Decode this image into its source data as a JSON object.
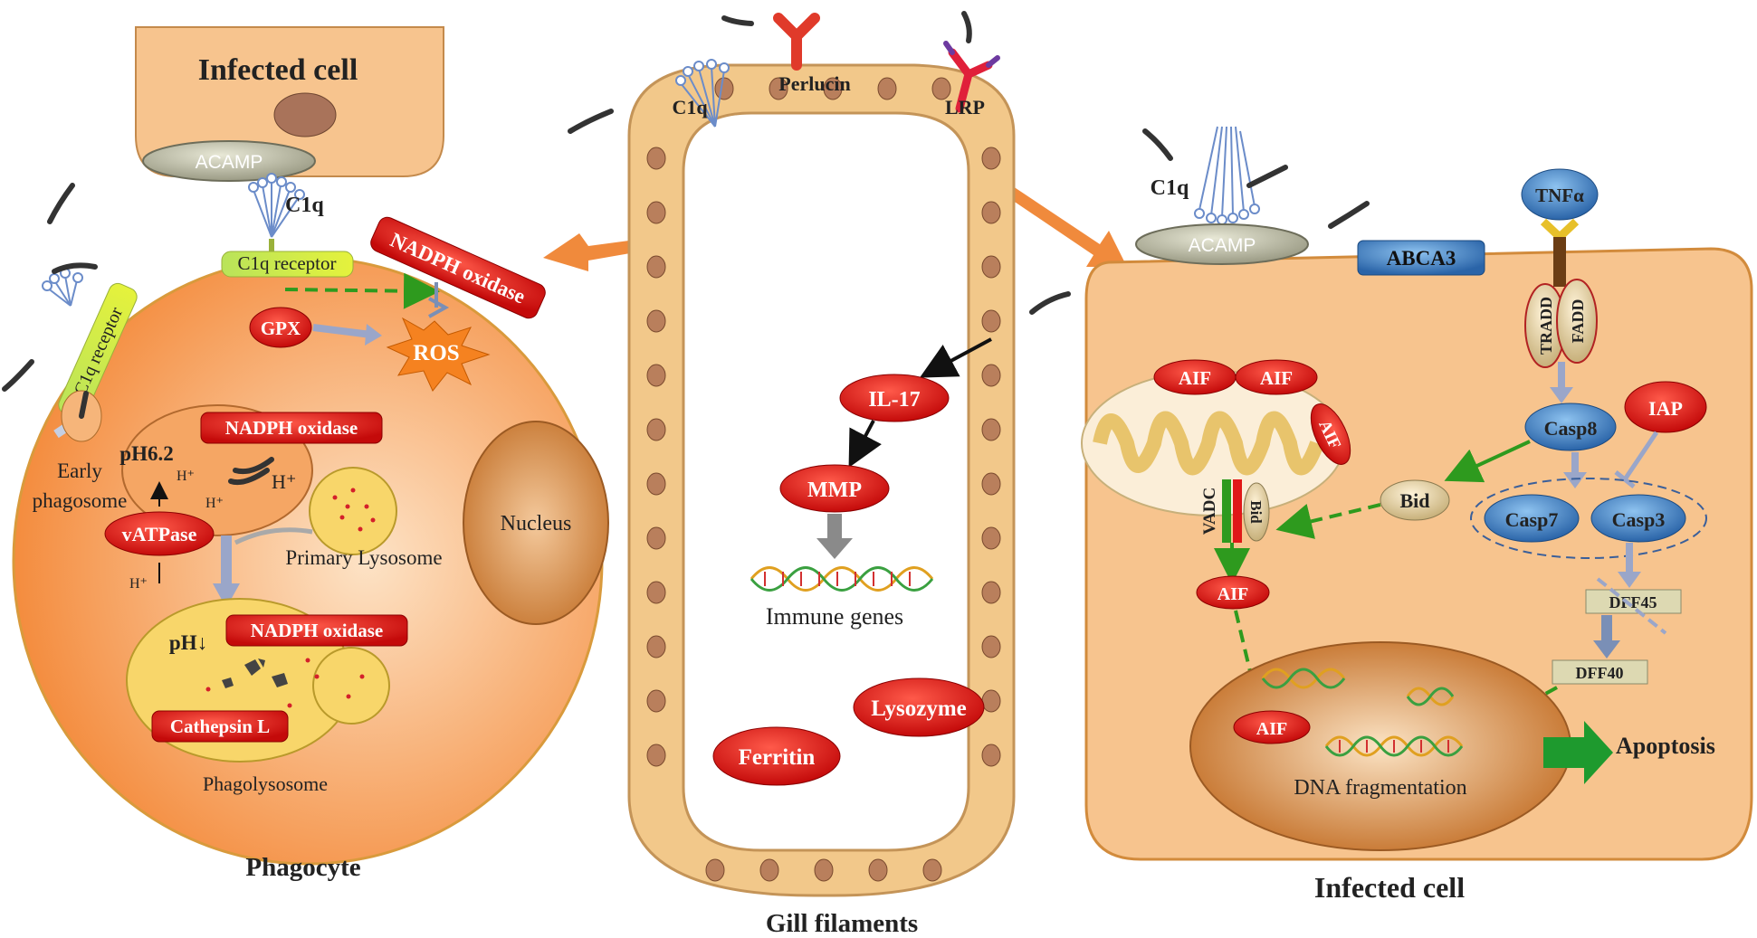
{
  "left": {
    "infected_cell": "Infected cell",
    "acamp": "ACAMP",
    "c1q": "C1q",
    "c1q_receptor": "C1q receptor",
    "c1q_receptor_side": "C1q receptor",
    "nadph_top": "NADPH oxidase",
    "gpx": "GPX",
    "ros": "ROS",
    "nadph_mid": "NADPH oxidase",
    "early_phagosome_1": "Early",
    "early_phagosome_2": "phagosome",
    "ph62": "pH6.2",
    "h_plus": "H⁺",
    "vatpase": "vATPase",
    "primary_lysosome": "Primary Lysosome",
    "nucleus": "Nucleus",
    "ph_down": "pH↓",
    "nadph_low": "NADPH oxidase",
    "cathepsin": "Cathepsin L",
    "phagolysosome": "Phagolysosome",
    "phagocyte": "Phagocyte"
  },
  "middle": {
    "perlucin": "Perlucin",
    "c1q": "C1q",
    "lrp": "LRP",
    "il17": "IL-17",
    "mmp": "MMP",
    "immune_genes": "Immune genes",
    "lysozyme": "Lysozyme",
    "ferritin": "Ferritin",
    "gill_filaments": "Gill filaments"
  },
  "right": {
    "c1q": "C1q",
    "acamp": "ACAMP",
    "abca3": "ABCA3",
    "tnfa": "TNFα",
    "tradd": "TRADD",
    "fadd": "FADD",
    "aif": "AIF",
    "vadc": "VADC",
    "bid_mito": "Bid",
    "bid": "Bid",
    "casp8": "Casp8",
    "iap": "IAP",
    "casp7": "Casp7",
    "casp3": "Casp3",
    "dff45": "DFF45",
    "dff40": "DFF40",
    "dna_fragmentation": "DNA fragmentation",
    "apoptosis": "Apoptosis",
    "infected_cell": "Infected cell"
  },
  "colors": {
    "red": "#e01818",
    "orange": "#f08a3c",
    "cell": "#f7c48e",
    "blue": "#3a78c0",
    "green": "#2e9a1e"
  }
}
